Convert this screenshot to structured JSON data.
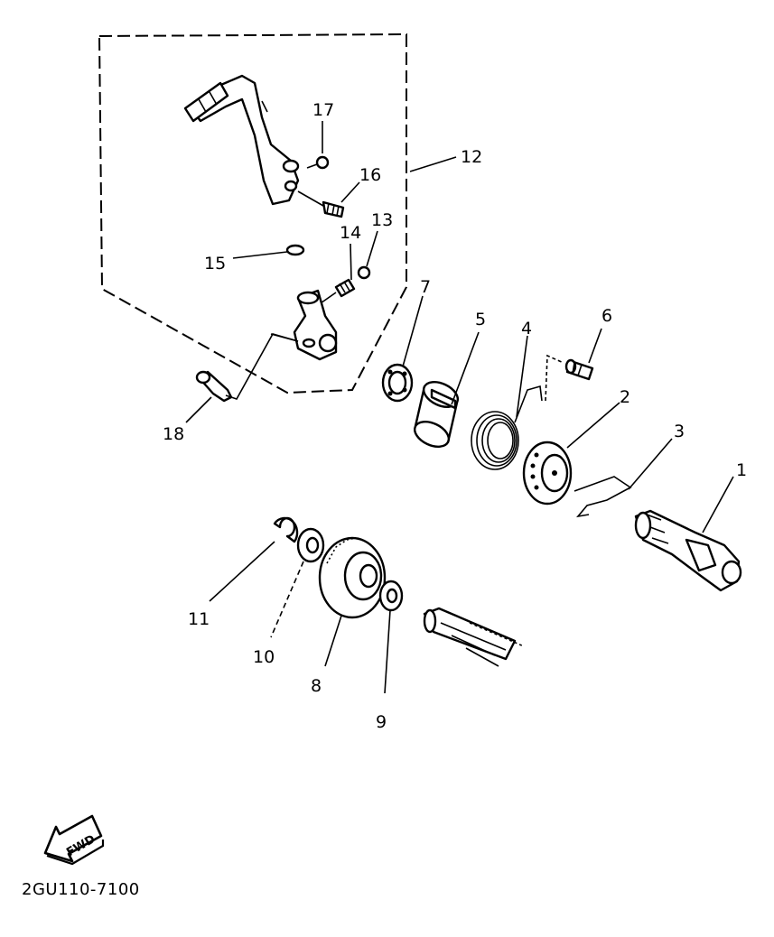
{
  "diagram": {
    "part_labels": [
      {
        "number": "1"
      },
      {
        "number": "2"
      },
      {
        "number": "3"
      },
      {
        "number": "4"
      },
      {
        "number": "5"
      },
      {
        "number": "6"
      },
      {
        "number": "7"
      },
      {
        "number": "8"
      },
      {
        "number": "9"
      },
      {
        "number": "10"
      },
      {
        "number": "11"
      },
      {
        "number": "12"
      },
      {
        "number": "13"
      },
      {
        "number": "14"
      },
      {
        "number": "15"
      },
      {
        "number": "16"
      },
      {
        "number": "17"
      },
      {
        "number": "18"
      }
    ],
    "fwd_label": "FWD",
    "diagram_code": "2GU110-7100",
    "icons": [
      "fwd-arrow-icon"
    ],
    "colors": {
      "line": "#000000",
      "background": "#ffffff"
    }
  }
}
